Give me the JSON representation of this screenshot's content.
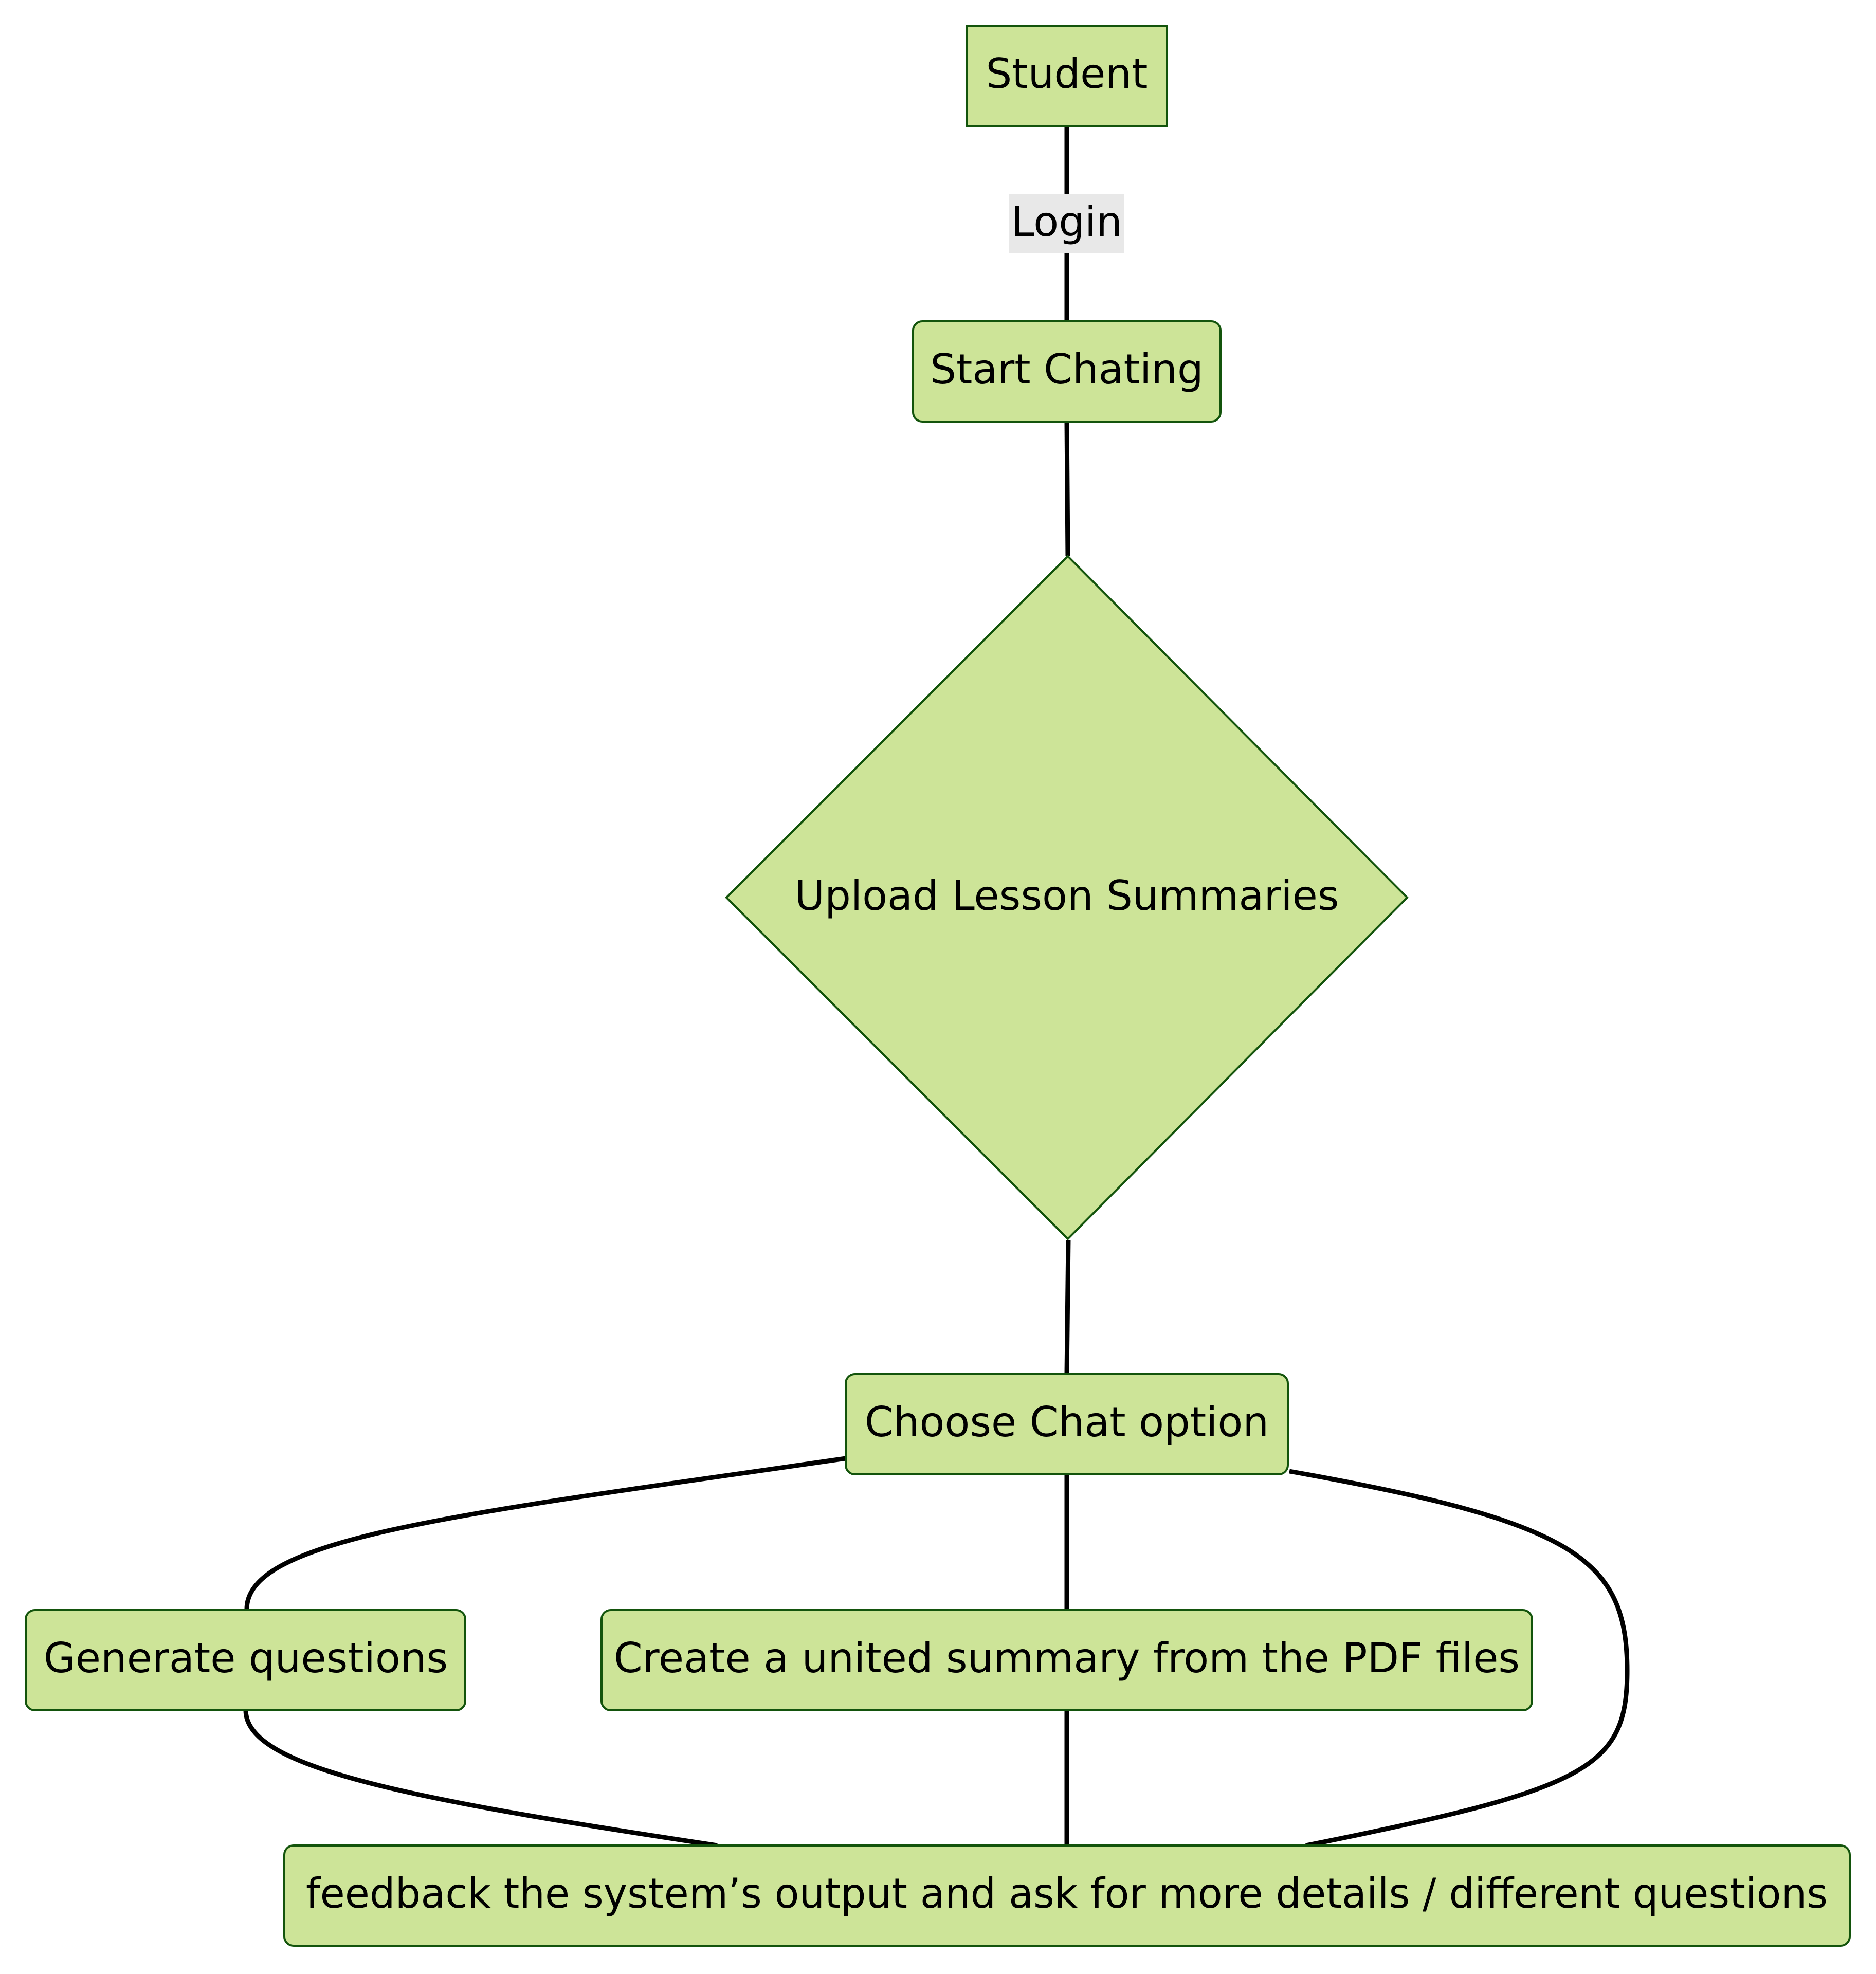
{
  "nodes": {
    "student": "Student",
    "start_chating": "Start Chating",
    "upload": "Upload Lesson Summaries",
    "choose_chat": "Choose Chat option",
    "generate_questions": "Generate questions",
    "united_summary": "Create a united summary from the PDF files",
    "feedback": "feedback the system’s output and ask for more details / different questions"
  },
  "edges": {
    "login_label": "Login"
  },
  "colors": {
    "node_fill": "#cde498",
    "node_stroke": "#13540c",
    "edge": "#000000",
    "edge_label_bg": "#e8e8e8"
  }
}
